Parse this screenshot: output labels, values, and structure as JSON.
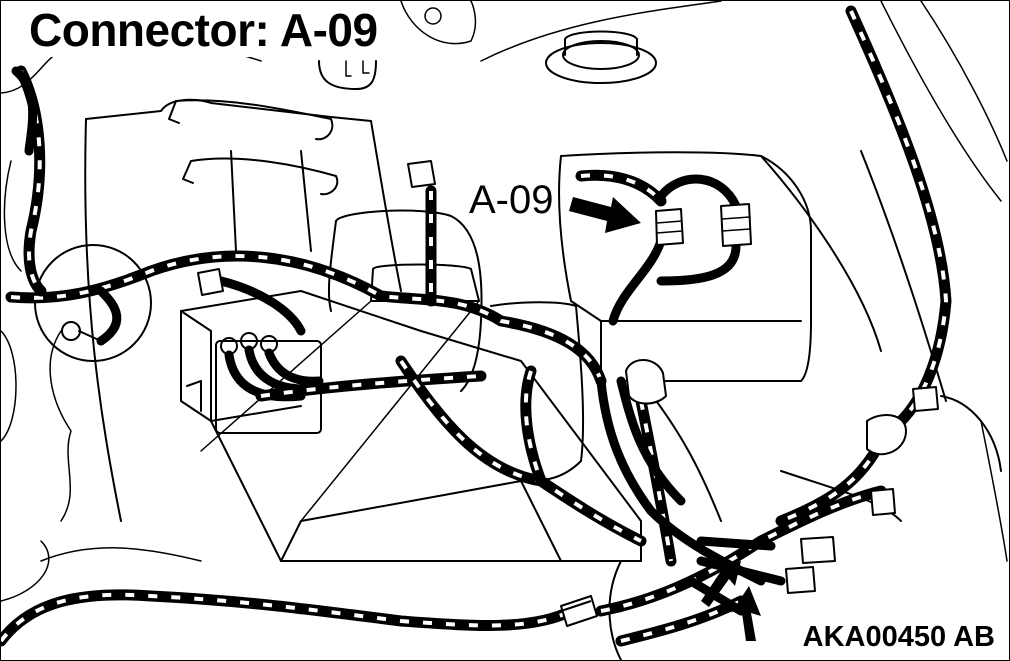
{
  "diagram": {
    "title": "Connector: A-09",
    "callout_label": "A-09",
    "figure_id": "AKA00450 AB"
  }
}
